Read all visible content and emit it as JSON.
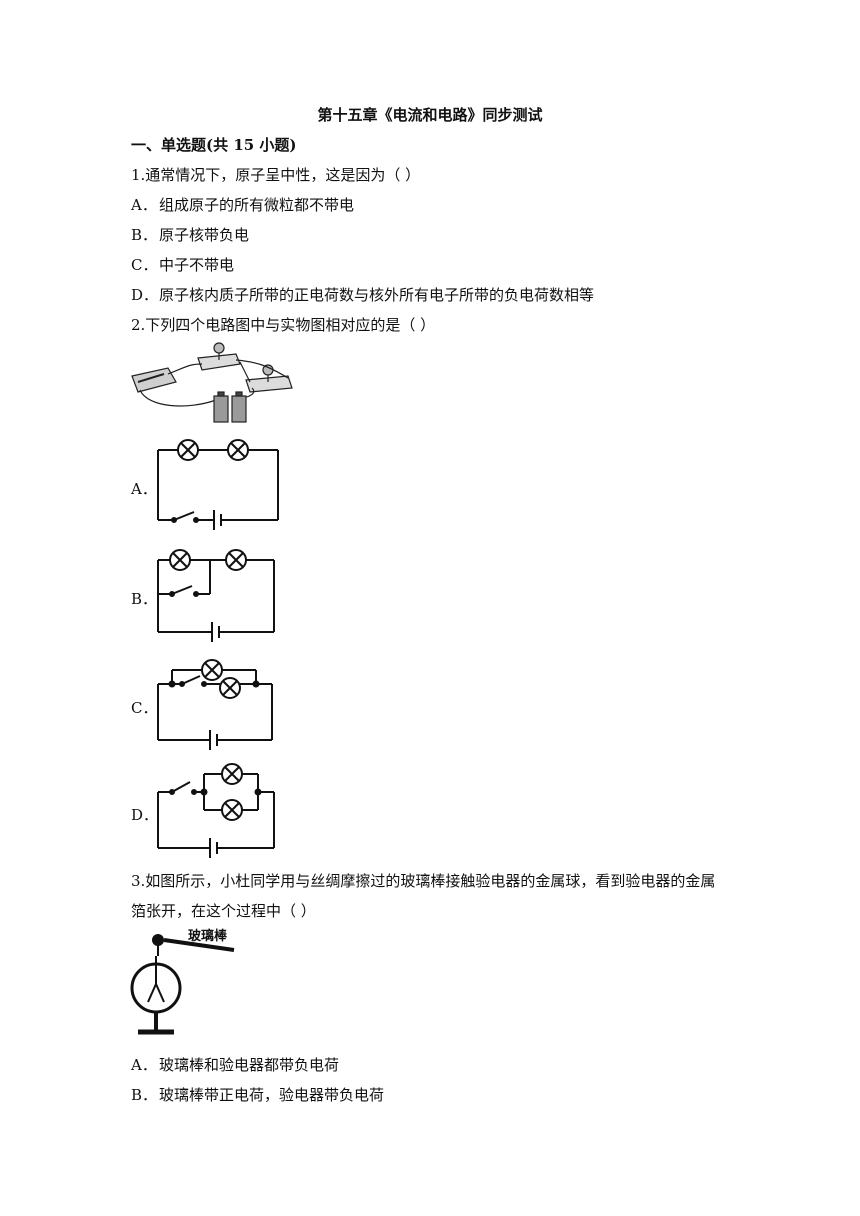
{
  "title": "第十五章《电流和电路》同步测试",
  "section": "一、单选题(共 15 小题)",
  "q1": {
    "stem": "1.通常情况下，原子呈中性，这是因为（ ）",
    "options": [
      {
        "letter": "A．",
        "text": "组成原子的所有微粒都不带电"
      },
      {
        "letter": "B．",
        "text": "原子核带负电"
      },
      {
        "letter": "C．",
        "text": "中子不带电"
      },
      {
        "letter": "D．",
        "text": "原子核内质子所带的正电荷数与核外所有电子所带的负电荷数相等"
      }
    ]
  },
  "q2": {
    "stem": "2.下列四个电路图中与实物图相对应的是（ ）",
    "labels": [
      "A．",
      "B．",
      "C．",
      "D．"
    ]
  },
  "q3": {
    "stem_line1": "3.如图所示，小杜同学用与丝绸摩擦过的玻璃棒接触验电器的金属球，看到验电器的金属",
    "stem_line2": "箔张开，在这个过程中（ ）",
    "figure_label": "玻璃棒",
    "options": [
      {
        "letter": "A．",
        "text": "玻璃棒和验电器都带负电荷"
      },
      {
        "letter": "B．",
        "text": "玻璃棒带正电荷，验电器带负电荷"
      }
    ]
  }
}
